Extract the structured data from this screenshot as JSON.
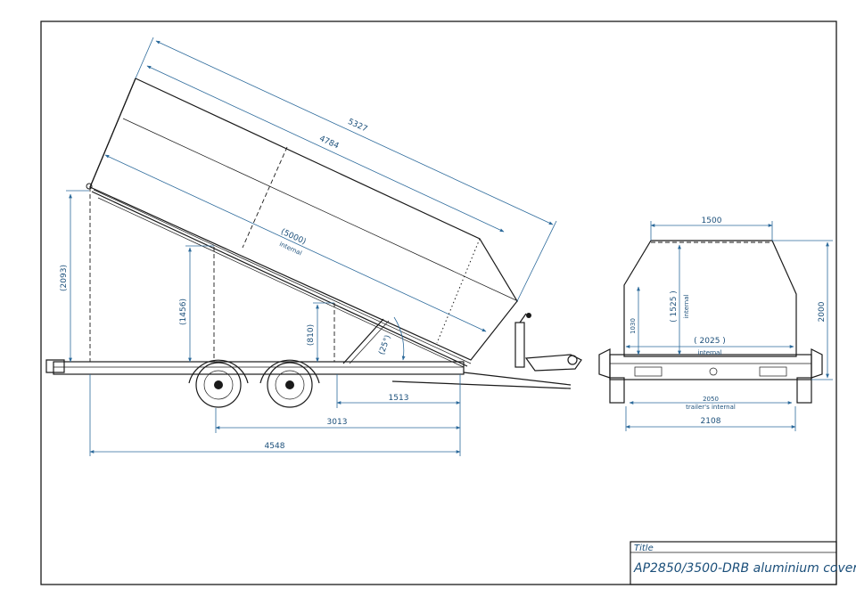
{
  "title_block": {
    "label": "Title",
    "value": "AP2850/3500-DRB aluminium cover"
  },
  "side_view": {
    "dims": {
      "length_5327": "5327",
      "length_4784": "4784",
      "internal_5000": "(5000)",
      "internal_word": "internal",
      "height_2093": "(2093)",
      "height_1456": "(1456)",
      "height_810": "(810)",
      "angle_25": "(25°)",
      "base_1513": "1513",
      "base_3013": "3013",
      "base_4548": "4548"
    }
  },
  "rear_view": {
    "dims": {
      "top_1500": "1500",
      "inner_1525": "( 1525 )",
      "inner_1525_word": "internal",
      "side_1030": "1030",
      "height_2000": "2000",
      "width_2025": "( 2025 )",
      "width_2025_word": "internal",
      "width_2050": "2050",
      "width_2050_word": "trailer's internal",
      "width_2108": "2108"
    }
  }
}
